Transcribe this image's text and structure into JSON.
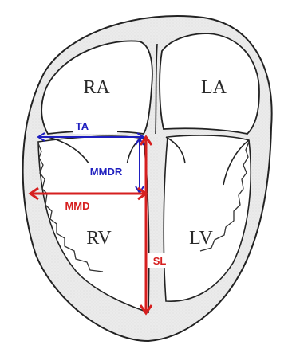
{
  "labels": {
    "right_atrium": "RA",
    "left_atrium": "LA",
    "right_ventricle": "RV",
    "left_ventricle": "LV"
  },
  "measurements": {
    "tricuspid_annulus": "TA",
    "mid_ventricular_diameter_ratio": "MMDR",
    "mid_ventricular_diameter": "MMD",
    "septal_length": "SL"
  },
  "colors": {
    "ta": "#1f1fbf",
    "mmdr": "#1f1fbf",
    "mmd": "#d61f1f",
    "sl": "#d61f1f",
    "outline": "#222222",
    "wall_fill": "#e9e9e9"
  }
}
